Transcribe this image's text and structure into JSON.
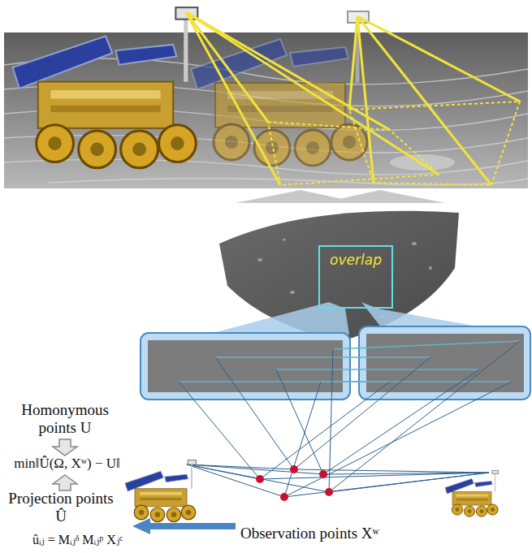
{
  "diagram": {
    "nodes": [
      {
        "text": [
          "overlap"
        ]
      }
    ],
    "labels": [
      "Homonymous points U",
      "min‖Û(Ω, Xʷ) − U‖",
      "Projection points Û",
      "Observation points Xʷ",
      "ûᵢⱼ = Mᵢⱼᵟ Mᵢⱼᵖ Xⱼᶜ"
    ]
  }
}
